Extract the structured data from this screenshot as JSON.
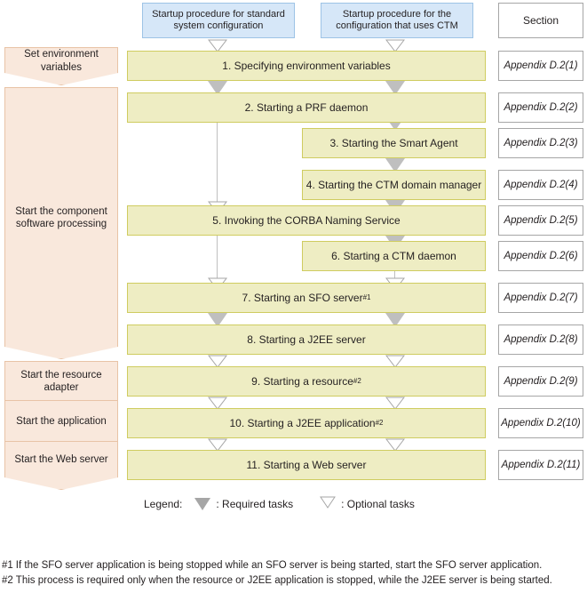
{
  "headers": {
    "standard": "Startup procedure for standard system configuration",
    "ctm": "Startup procedure for the configuration that uses CTM",
    "section": "Section"
  },
  "groups": [
    {
      "label": "Set environment variables"
    },
    {
      "label": "Start the component software processing"
    },
    {
      "label": "Start the resource adapter"
    },
    {
      "label": "Start the application"
    },
    {
      "label": "Start the Web server"
    }
  ],
  "steps": [
    {
      "label": "1. Specifying environment variables",
      "sup": "",
      "section": "Appendix D.2(1)",
      "column": "full"
    },
    {
      "label": "2. Starting a PRF daemon",
      "sup": "",
      "section": "Appendix D.2(2)",
      "column": "full"
    },
    {
      "label": "3. Starting the Smart Agent",
      "sup": "",
      "section": "Appendix D.2(3)",
      "column": "ctm"
    },
    {
      "label": "4. Starting the CTM domain manager",
      "sup": "",
      "section": "Appendix D.2(4)",
      "column": "ctm"
    },
    {
      "label": "5. Invoking the CORBA Naming Service",
      "sup": "",
      "section": "Appendix D.2(5)",
      "column": "full"
    },
    {
      "label": "6. Starting a CTM daemon",
      "sup": "",
      "section": "Appendix D.2(6)",
      "column": "ctm"
    },
    {
      "label": "7. Starting an SFO server",
      "sup": "#1",
      "section": "Appendix D.2(7)",
      "column": "full"
    },
    {
      "label": "8. Starting a J2EE server",
      "sup": "",
      "section": "Appendix D.2(8)",
      "column": "full"
    },
    {
      "label": "9. Starting a resource",
      "sup": "#2",
      "section": "Appendix D.2(9)",
      "column": "full"
    },
    {
      "label": "10. Starting a J2EE application",
      "sup": "#2",
      "section": "Appendix D.2(10)",
      "column": "full"
    },
    {
      "label": "11. Starting a Web server",
      "sup": "",
      "section": "Appendix D.2(11)",
      "column": "full"
    }
  ],
  "legend": {
    "label": "Legend:",
    "required": ": Required  tasks",
    "optional": ": Optional tasks"
  },
  "footnotes": [
    {
      "mark": "#1",
      "text": "If the SFO server application is being stopped while an SFO server is being started, start the SFO server application."
    },
    {
      "mark": "#2",
      "text": "This process is required only when the resource or J2EE application is stopped, while the J2EE server is being started."
    }
  ],
  "colors": {
    "header_blue": "#d6e7f8",
    "header_blue_border": "#9dc3e6",
    "process_yellow": "#eeedc3",
    "process_yellow_border": "#cfcc60",
    "group_pink": "#f9e8dc",
    "group_pink_border": "#e8c3a6",
    "arrow_gray": "#bfbfbf",
    "outline_gray": "#a6a6a6"
  }
}
